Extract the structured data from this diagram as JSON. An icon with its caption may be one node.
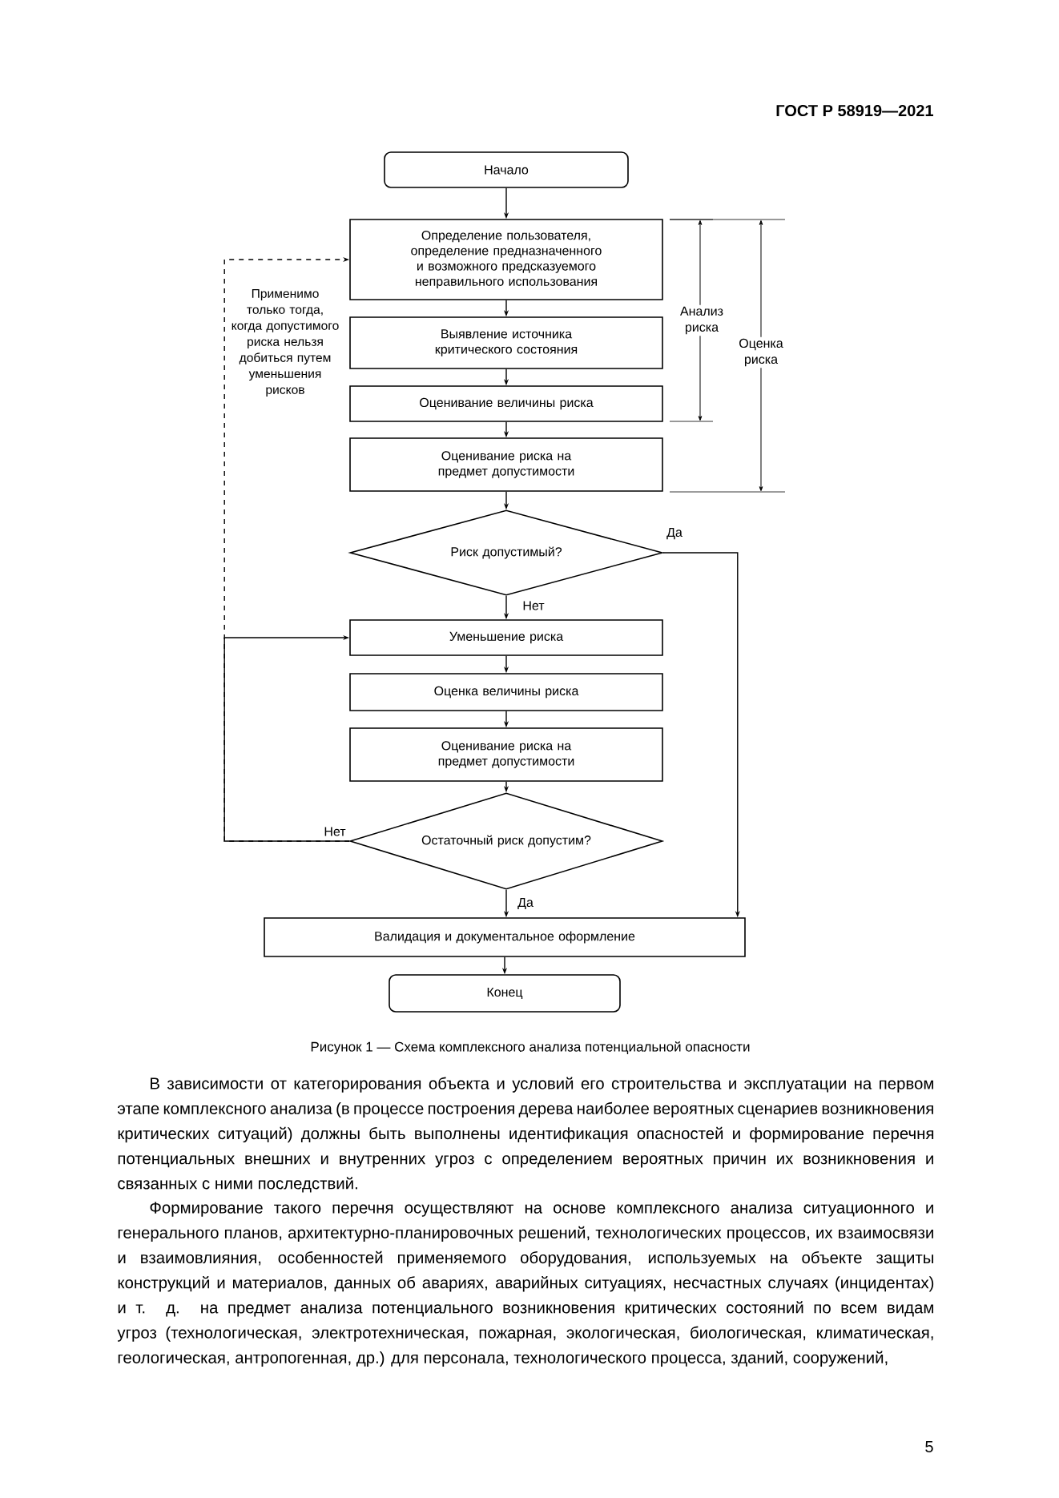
{
  "diagram": {
    "caption": "Рисунок 1 — Схема комплексного анализа потенциальной опасности",
    "nodes": [
      {
        "text": [
          "Начало"
        ]
      },
      {
        "text": [
          "Определение пользователя, определение предназначенного и возможного предсказуемого неправильного использования"
        ]
      },
      {
        "text": [
          "Выявление источника критического состояния"
        ]
      },
      {
        "text": [
          "Оценивание величины риска"
        ]
      },
      {
        "text": [
          "Оценивание риска на предмет допустимости"
        ]
      },
      {
        "text": [
          "Риск допустимый?"
        ]
      },
      {
        "text": [
          "Уменьшение риска"
        ]
      },
      {
        "text": [
          "Оценка величины риска"
        ]
      },
      {
        "text": [
          "Оценивание риска на предмет допустимости"
        ]
      },
      {
        "text": [
          "Остаточный риск допустим?"
        ]
      },
      {
        "text": [
          "Валидация и документальное оформление"
        ]
      },
      {
        "text": [
          "Конец"
        ]
      }
    ],
    "edges": [
      {
        "from": 0,
        "to": 1,
        "arrow": "to"
      },
      {
        "from": 1,
        "to": 2,
        "arrow": "to"
      },
      {
        "from": 2,
        "to": 3,
        "arrow": "to"
      },
      {
        "from": 3,
        "to": 4,
        "arrow": "to"
      },
      {
        "from": 4,
        "to": 5,
        "arrow": "to"
      },
      {
        "from": 5,
        "to": 6,
        "arrow": "to",
        "label": "Нет"
      },
      {
        "from": 5,
        "to": 10,
        "arrow": "to",
        "label": "Да"
      },
      {
        "from": 6,
        "to": 7,
        "arrow": "to"
      },
      {
        "from": 7,
        "to": 8,
        "arrow": "to"
      },
      {
        "from": 8,
        "to": 9,
        "arrow": "to"
      },
      {
        "from": 9,
        "to": 1,
        "arrow": "to",
        "style": "dashed",
        "label": "Применимо только тогда, когда допустимого риска нельзя добиться путем уменьшения рисков"
      },
      {
        "from": 9,
        "to": 6,
        "arrow": "to",
        "label": "Нет"
      },
      {
        "from": 9,
        "to": 10,
        "arrow": "to",
        "label": "Да"
      },
      {
        "from": 10,
        "to": 11,
        "arrow": "to"
      }
    ],
    "labels": [
      "ГОСТ Р 58919—2021",
      "Анализ риска",
      "Оценка риска",
      "В зависимости от категорирования объекта и условий его строительства и эксплуатации на первом этапе комплексного анализа (в процессе построения дерева наиболее вероятных сценариев возникновения критических ситуаций) должны быть выполнены идентификация опасностей и формирование перечня потенциальных внешних и внутренних угроз с определением вероятных причин их возникновения и связанных с ними последствий.",
      "Формирование такого перечня осуществляют на основе комплексного анализа ситуационного и генерального планов, архитектурно-планировочных решений, технологических процессов, их взаимосвязи и взаимовлияния, особенностей применяемого оборудования, используемых на объекте защиты конструкций и материалов, данных об авариях, аварийных ситуациях, несчастных случаях (инцидентах) и т. д. на предмет анализа потенциального возникновения критических состояний по всем видам угроз (технологическая, электротехническая, пожарная, экологическая, биологическая, климатическая, геологическая, антропогенная, др.) для персонала, технологического процесса, зданий, сооружений,",
      "5"
    ]
  }
}
